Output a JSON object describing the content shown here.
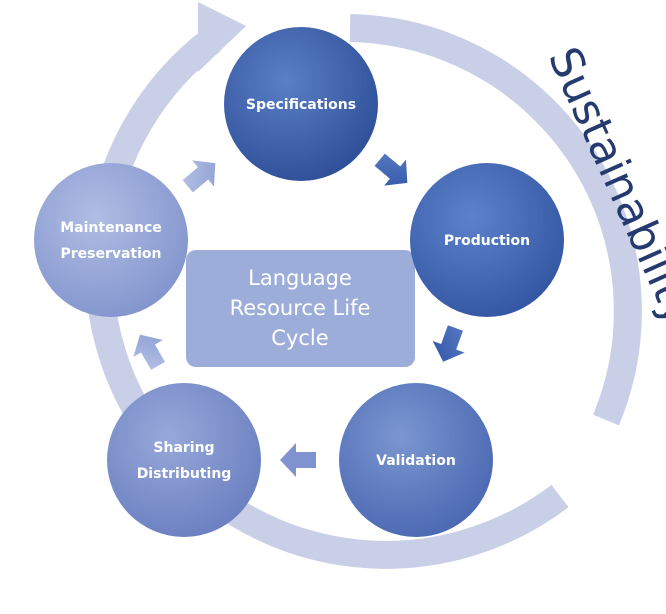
{
  "diagram": {
    "center": {
      "line1": "Language",
      "line2": "Resource Life",
      "line3": "Cycle"
    },
    "nodes": {
      "specifications": {
        "line1": "Specifications"
      },
      "production": {
        "line1": "Production"
      },
      "validation": {
        "line1": "Validation"
      },
      "sharing": {
        "line1": "Sharing",
        "line2": "Distributing"
      },
      "maintenance": {
        "line1": "Maintenance",
        "line2": "Preservation"
      }
    },
    "ring_label": "Sustainability"
  },
  "colors": {
    "ring": "#c9cfe6",
    "specifications": "#3c62ae",
    "production": "#3f67b8",
    "validation": "#5c7bc2",
    "sharing": "#7b8fcc",
    "maintenance": "#95a5d6",
    "center_box": "#9dadd9",
    "arrow": "#3d63b1",
    "label": "#253a6e"
  }
}
